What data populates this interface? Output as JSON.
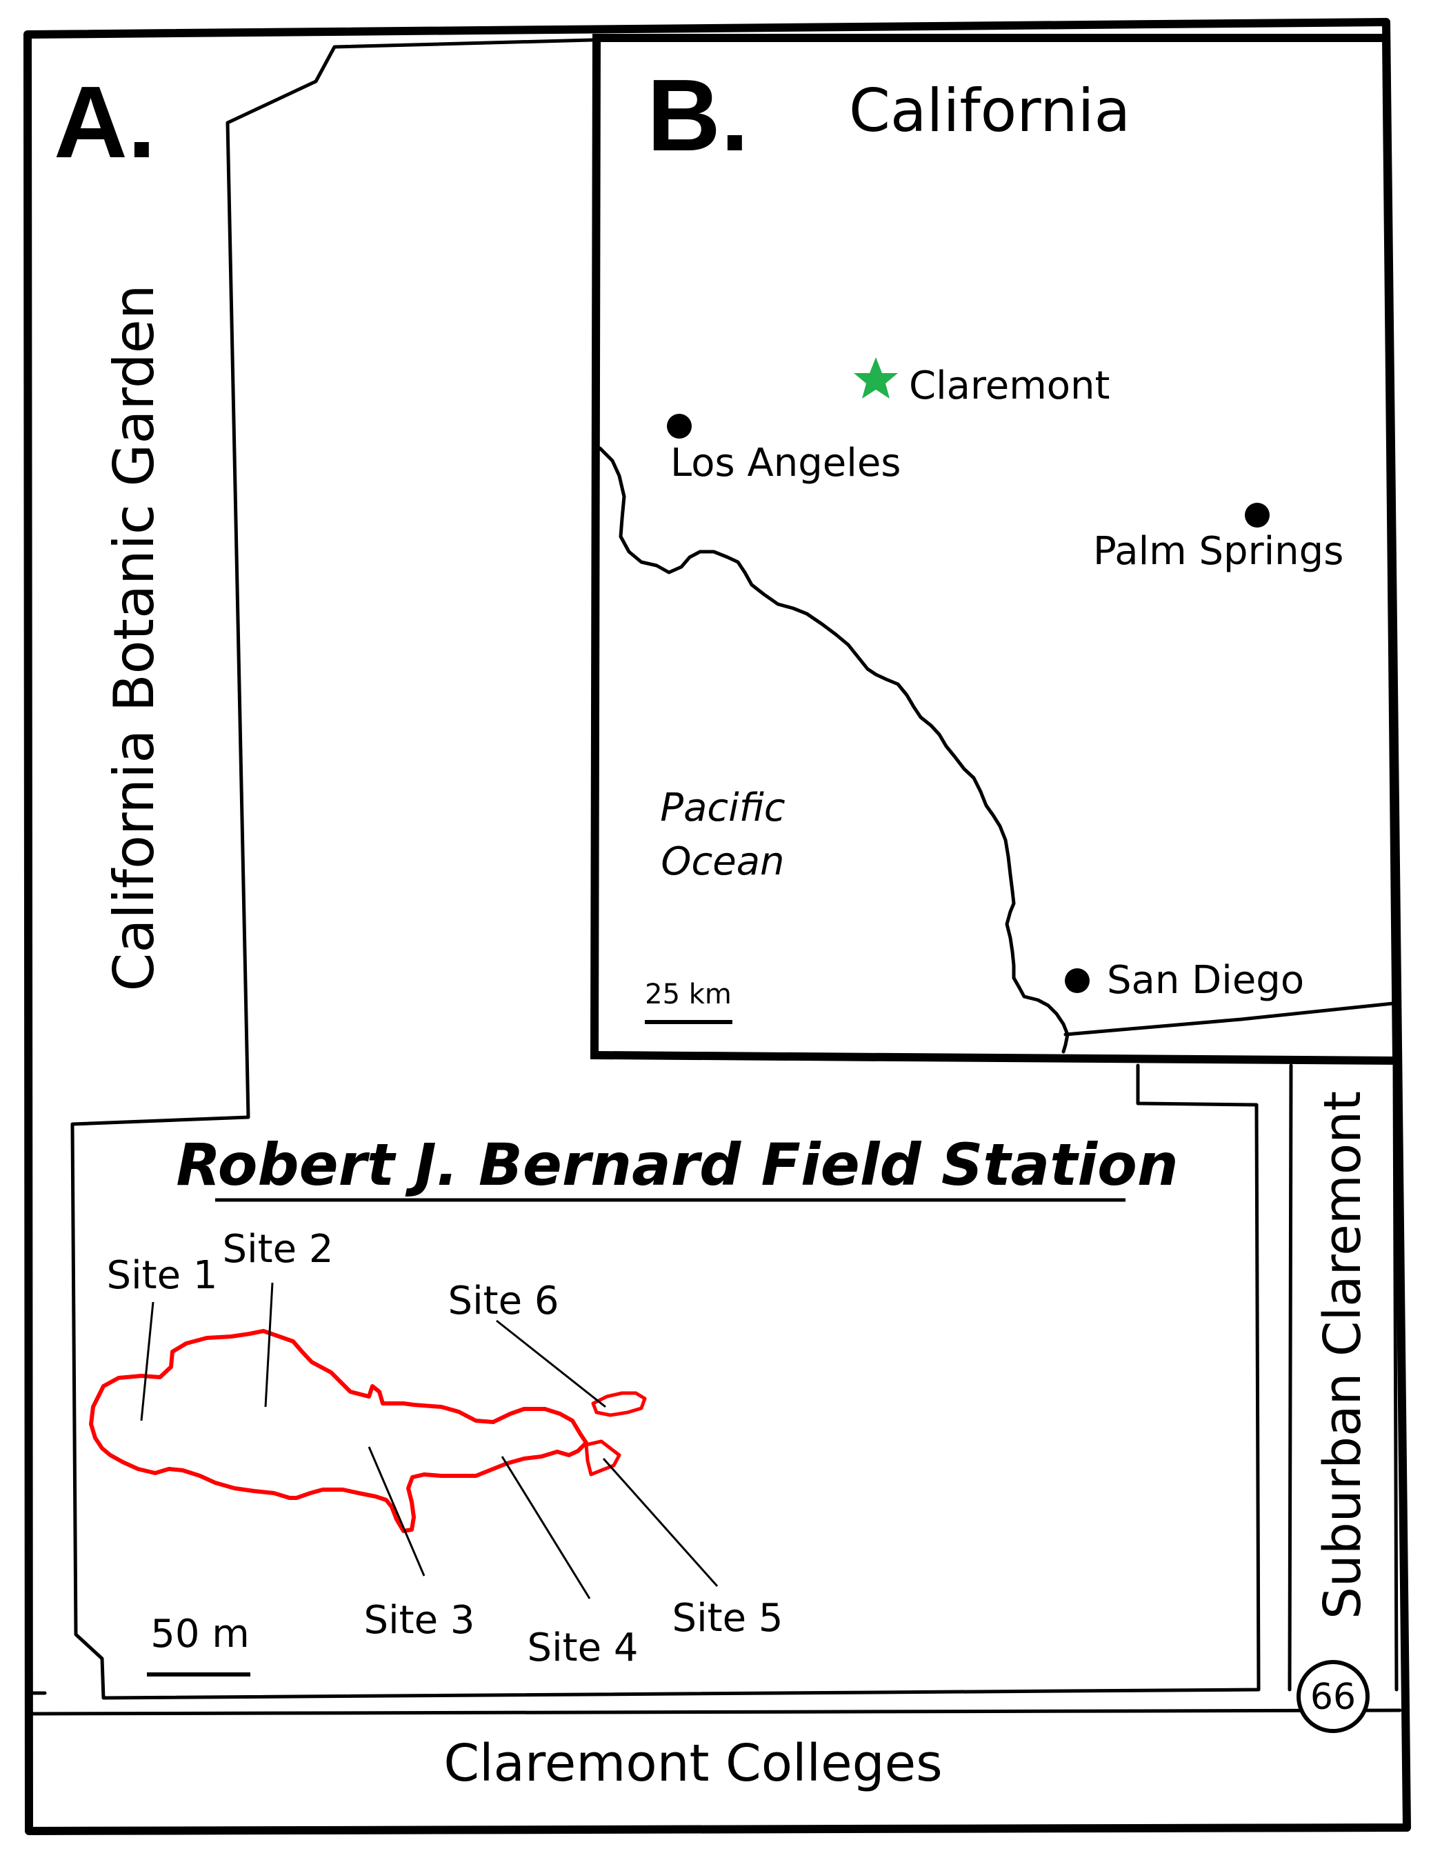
{
  "panel_a": {
    "letter": "A.",
    "west_label": "California Botanic Garden",
    "east_label": "Suburban Claremont",
    "south_label": "Claremont Colleges",
    "route_number": "66",
    "station_title": "Robert J. Bernard Field Station",
    "scale_label": "50 m",
    "sites": [
      "Site 1",
      "Site 2",
      "Site 3",
      "Site 4",
      "Site 5",
      "Site 6"
    ],
    "site_outline_color": "#ff0000"
  },
  "panel_b": {
    "letter": "B.",
    "title": "California",
    "ocean_line1": "Pacific",
    "ocean_line2": "Ocean",
    "scale_label": "25 km",
    "cities": {
      "claremont": "Claremont",
      "los_angeles": "Los Angeles",
      "palm_springs": "Palm Springs",
      "san_diego": "San Diego"
    },
    "claremont_marker": "star-icon",
    "claremont_marker_color": "#22b14c",
    "city_marker": "filled-circle"
  }
}
